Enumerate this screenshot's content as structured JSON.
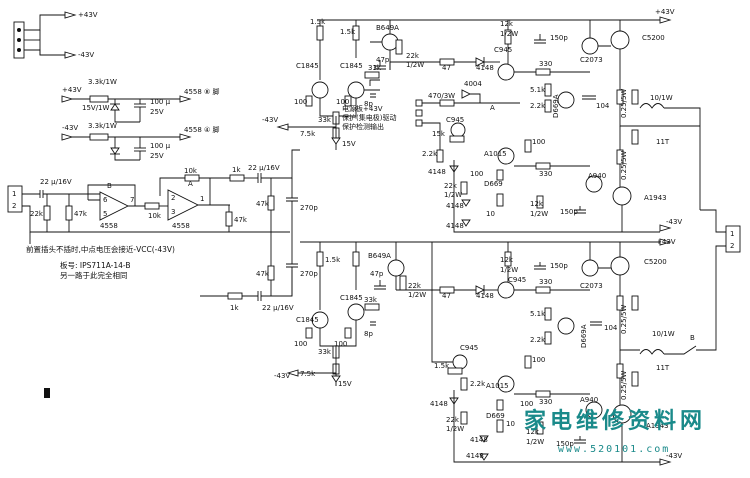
{
  "rails": {
    "pos43": "+43V",
    "neg43": "-43V",
    "pos15v": "15V",
    "neg15v": "-15V"
  },
  "power_supply": {
    "r1": "3.3k/1W",
    "r2": "3.3k/1W",
    "zener_pos": "15V/1W",
    "cap_pos": "100 μ",
    "cap_pos_v": "25V",
    "cap_neg": "100 μ",
    "cap_neg_v": "25V",
    "out_pos": "4558 ⑧ 脚",
    "out_neg": "4558 ④ 脚"
  },
  "preamp": {
    "in_cap": "22 μ/16V",
    "r_in": "22k",
    "r_bias": "47k",
    "opamp_b": "B",
    "ic_b": "4558",
    "r_fb": "10k",
    "opamp_a": "A",
    "ic_a": "4558",
    "pin_b_in1": "6",
    "pin_b_in2": "5",
    "pin_b_out": "7",
    "pin_a_in1": "2",
    "pin_a_in2": "3",
    "pin_a_out": "1",
    "r_a_out": "47k",
    "r_series": "1k",
    "cap_out": "22 μ/16V",
    "r_div": "47k",
    "cap_270p": "270p",
    "connector_pins": [
      "1",
      "2"
    ]
  },
  "notes": {
    "line1": "前置插头不插时,中点电压会接近-VCC(-43V)",
    "line2": "板号: IPS711A-14-B",
    "line3": "另一路于此完全相同"
  },
  "amp_upper": {
    "r_15k": "1.5k",
    "r_15k2": "1.5k",
    "q_b649a": "B649A",
    "q_c1845a": "C1845",
    "q_c1845b": "C1845",
    "r_33k": "33k",
    "cap_8p": "8p",
    "cap_47p": "47p",
    "r_100a": "100",
    "r_100b": "100",
    "r_22k_half": "22k",
    "r_22k_w": "1/2W",
    "r_47": "47",
    "d_4148": "4148",
    "q_c945": "C945",
    "r_330": "330",
    "r_12k": "12k",
    "r_12k_w": "1/2W",
    "cap_150p": "150p",
    "q_c2073": "C2073",
    "q_c5200": "C5200",
    "r_51k": "5.1k",
    "r_22k": "2.2k",
    "q_d669a": "D669A",
    "cap_104": "104",
    "r_025": "0.25/5W",
    "r_10_1w": "10/1W",
    "coil_11t": "11T",
    "r_33ka": "33k",
    "r_75k": "7.5k",
    "label_15v": "15V",
    "relay_r": "470/3W",
    "relay_d": "4004",
    "relay_a": "A",
    "protect_text1": "电源板+43V",
    "protect_text2": "保护(集电极)驱动",
    "protect_text3": "保护检测输出",
    "q_c945b": "C945",
    "r_15kb": "15k",
    "r_22kb": "2.2k",
    "q_a1015": "A1015",
    "d_4148b": "4148",
    "r_22k_half_b": "22k",
    "r_22k_w_b": "1/2W",
    "q_d669": "D669",
    "r_100c": "100",
    "q_a940": "A940",
    "q_a1943": "A1943",
    "r_330b": "330",
    "r_12kb": "12k",
    "r_12kb_w": "1/2W",
    "cap_150pb": "150p",
    "d_4148c": "4148",
    "d_4148d": "4148",
    "r_100d": "100",
    "r_10_half": "10"
  },
  "amp_lower": {
    "r_15k": "1.5k",
    "q_b649a": "B649A",
    "q_c1845a": "C1845",
    "q_c1845b": "C1845",
    "r_33k": "33k",
    "cap_8p": "8p",
    "cap_47p": "47p",
    "r_100a": "100",
    "r_100b": "100",
    "r_22k_half": "22k",
    "r_22k_w": "1/2W",
    "r_47": "47",
    "d_4148": "4148",
    "q_c945": "C945",
    "r_330": "330",
    "r_12k": "12k",
    "r_12k_w": "1/2W",
    "cap_150p": "150p",
    "q_c2073": "C2073",
    "q_c5200": "C5200",
    "r_51k": "5.1k",
    "r_22k": "2.2k",
    "q_d669a": "D669A",
    "cap_104": "104",
    "r_025": "0.25/5W",
    "r_10_1w": "10/1W",
    "coil_11t": "11T",
    "label_b": "B",
    "r_33ka": "33k",
    "r_75k": "7.5k",
    "label_15v": "15V",
    "q_c945b": "C945",
    "r_15kb": "1.5k",
    "r_22kb": "2.2k",
    "q_a1015": "A1015",
    "d_4148b": "4148",
    "r_22k_half_b": "22k",
    "r_22k_w_b": "1/2W",
    "q_d669": "D669",
    "r_100c": "100",
    "q_a940": "A940",
    "q_a1943": "A1943",
    "r_330b": "330",
    "r_12kb": "12k",
    "r_12kb_w": "1/2W",
    "cap_150pb": "150p",
    "d_4148c": "4148",
    "d_4148d": "4148",
    "r_100d": "100",
    "r_10_half": "10"
  },
  "speaker_connector": {
    "pins": [
      "1",
      "2"
    ]
  },
  "watermark": {
    "text": "家电维修资料网",
    "url": "www.520101.com"
  }
}
